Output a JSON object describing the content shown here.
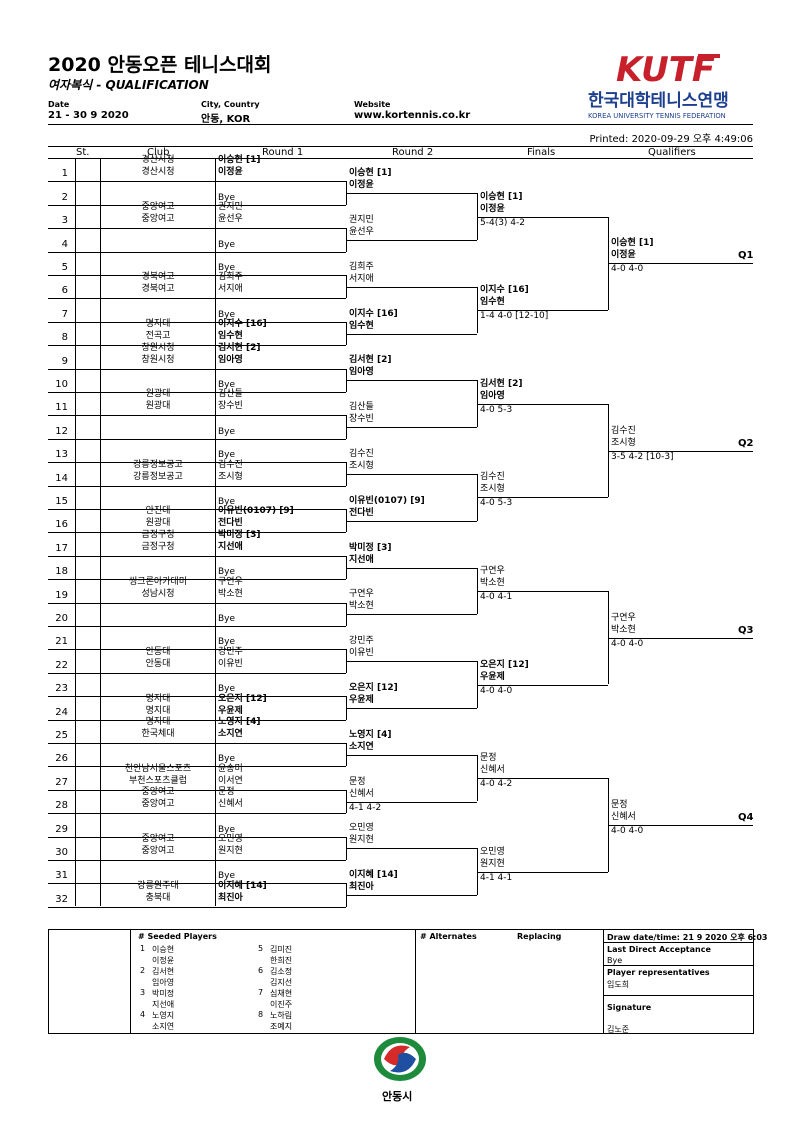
{
  "header": {
    "title": "2020 안동오픈 테니스대회",
    "subtitle": "여자복식 - QUALIFICATION",
    "date_label": "Date",
    "date": "21 - 30 9 2020",
    "city_label": "City, Country",
    "city": "안동, KOR",
    "website_label": "Website",
    "website": "www.kortennis.co.kr",
    "printed": "Printed: 2020-09-29 오후 4:49:06",
    "logo_text": "KUTF",
    "logo_kr": "한국대학테니스연맹",
    "logo_en": "KOREA UNIVERSITY TENNIS FEDERATION"
  },
  "columns": [
    "St.",
    "Club",
    "Round 1",
    "Round 2",
    "Finals",
    "Qualifiers"
  ],
  "draw": [
    {
      "n": "1",
      "c1": "경산시청",
      "c2": "경산시청",
      "p1": "이승현 [1]",
      "p2": "이정윤",
      "bold": true
    },
    {
      "n": "2",
      "c1": "",
      "c2": "",
      "p1": "Bye",
      "p2": "",
      "bold": false
    },
    {
      "n": "3",
      "c1": "중앙여고",
      "c2": "중앙여고",
      "p1": "권지민",
      "p2": "윤선우",
      "bold": false
    },
    {
      "n": "4",
      "c1": "",
      "c2": "",
      "p1": "Bye",
      "p2": "",
      "bold": false
    },
    {
      "n": "5",
      "c1": "",
      "c2": "",
      "p1": "Bye",
      "p2": "",
      "bold": false
    },
    {
      "n": "6",
      "c1": "경북여고",
      "c2": "경북여고",
      "p1": "김희주",
      "p2": "서지애",
      "bold": false
    },
    {
      "n": "7",
      "c1": "",
      "c2": "",
      "p1": "Bye",
      "p2": "",
      "bold": false
    },
    {
      "n": "8",
      "c1": "명지대",
      "c2": "전곡고",
      "p1": "이지수 [16]",
      "p2": "임수현",
      "bold": true
    },
    {
      "n": "9",
      "c1": "창원시청",
      "c2": "창원시청",
      "p1": "김서현 [2]",
      "p2": "임아영",
      "bold": true
    },
    {
      "n": "10",
      "c1": "",
      "c2": "",
      "p1": "Bye",
      "p2": "",
      "bold": false
    },
    {
      "n": "11",
      "c1": "원광대",
      "c2": "원광대",
      "p1": "김산들",
      "p2": "장수빈",
      "bold": false
    },
    {
      "n": "12",
      "c1": "",
      "c2": "",
      "p1": "Bye",
      "p2": "",
      "bold": false
    },
    {
      "n": "13",
      "c1": "",
      "c2": "",
      "p1": "Bye",
      "p2": "",
      "bold": false
    },
    {
      "n": "14",
      "c1": "강릉정보공고",
      "c2": "강릉정보공고",
      "p1": "김수진",
      "p2": "조시형",
      "bold": false
    },
    {
      "n": "15",
      "c1": "",
      "c2": "",
      "p1": "Bye",
      "p2": "",
      "bold": false
    },
    {
      "n": "16",
      "c1": "안진대",
      "c2": "원광대",
      "p1": "이유빈(0107) [9]",
      "p2": "전다빈",
      "bold": true
    },
    {
      "n": "17",
      "c1": "금정구청",
      "c2": "금정구청",
      "p1": "박미정 [3]",
      "p2": "지선애",
      "bold": true
    },
    {
      "n": "18",
      "c1": "",
      "c2": "",
      "p1": "Bye",
      "p2": "",
      "bold": false
    },
    {
      "n": "19",
      "c1": "씽크론아카데미",
      "c2": "성남시청",
      "p1": "구연우",
      "p2": "박소현",
      "bold": false
    },
    {
      "n": "20",
      "c1": "",
      "c2": "",
      "p1": "Bye",
      "p2": "",
      "bold": false
    },
    {
      "n": "21",
      "c1": "",
      "c2": "",
      "p1": "Bye",
      "p2": "",
      "bold": false
    },
    {
      "n": "22",
      "c1": "안동대",
      "c2": "안동대",
      "p1": "강민주",
      "p2": "이유빈",
      "bold": false
    },
    {
      "n": "23",
      "c1": "",
      "c2": "",
      "p1": "Bye",
      "p2": "",
      "bold": false
    },
    {
      "n": "24",
      "c1": "명지대",
      "c2": "명지대",
      "p1": "오은지 [12]",
      "p2": "우윤제",
      "bold": true
    },
    {
      "n": "25",
      "c1": "명지대",
      "c2": "한국체대",
      "p1": "노영지 [4]",
      "p2": "소지연",
      "bold": true
    },
    {
      "n": "26",
      "c1": "",
      "c2": "",
      "p1": "Bye",
      "p2": "",
      "bold": false
    },
    {
      "n": "27",
      "c1": "천안남서울스포츠",
      "c2": "부천스포츠클럽",
      "p1": "윤송미",
      "p2": "이서연",
      "bold": false
    },
    {
      "n": "28",
      "c1": "중앙여고",
      "c2": "중앙여고",
      "p1": "문정",
      "p2": "신혜서",
      "bold": false
    },
    {
      "n": "29",
      "c1": "",
      "c2": "",
      "p1": "Bye",
      "p2": "",
      "bold": false
    },
    {
      "n": "30",
      "c1": "중앙여고",
      "c2": "중앙여고",
      "p1": "오민영",
      "p2": "원지현",
      "bold": false
    },
    {
      "n": "31",
      "c1": "",
      "c2": "",
      "p1": "Bye",
      "p2": "",
      "bold": false
    },
    {
      "n": "32",
      "c1": "강릉원주대",
      "c2": "충북대",
      "p1": "이지혜 [14]",
      "p2": "최진아",
      "bold": true
    }
  ],
  "round2": [
    {
      "p1": "이승현 [1]",
      "p2": "이정윤",
      "score": "",
      "bold": true
    },
    {
      "p1": "권지민",
      "p2": "윤선우",
      "score": "",
      "bold": false
    },
    {
      "p1": "김희주",
      "p2": "서지애",
      "score": "",
      "bold": false
    },
    {
      "p1": "이지수 [16]",
      "p2": "임수현",
      "score": "",
      "bold": true
    },
    {
      "p1": "김서현 [2]",
      "p2": "임아영",
      "score": "",
      "bold": true
    },
    {
      "p1": "김산들",
      "p2": "장수빈",
      "score": "",
      "bold": false
    },
    {
      "p1": "김수진",
      "p2": "조시형",
      "score": "",
      "bold": false
    },
    {
      "p1": "이유빈(0107) [9]",
      "p2": "전다빈",
      "score": "",
      "bold": true
    },
    {
      "p1": "박미정 [3]",
      "p2": "지선애",
      "score": "",
      "bold": true
    },
    {
      "p1": "구연우",
      "p2": "박소현",
      "score": "",
      "bold": false
    },
    {
      "p1": "강민주",
      "p2": "이유빈",
      "score": "",
      "bold": false
    },
    {
      "p1": "오은지 [12]",
      "p2": "우윤제",
      "score": "",
      "bold": true
    },
    {
      "p1": "노영지 [4]",
      "p2": "소지연",
      "score": "",
      "bold": true
    },
    {
      "p1": "문정",
      "p2": "신혜서",
      "score": "4-1 4-2",
      "bold": false
    },
    {
      "p1": "오민영",
      "p2": "원지현",
      "score": "",
      "bold": false
    },
    {
      "p1": "이지혜 [14]",
      "p2": "최진아",
      "score": "",
      "bold": true
    }
  ],
  "finals": [
    {
      "p1": "이승현 [1]",
      "p2": "이정윤",
      "score": "5-4(3) 4-2",
      "bold": true
    },
    {
      "p1": "이지수 [16]",
      "p2": "임수현",
      "score": "1-4 4-0 [12-10]",
      "bold": true
    },
    {
      "p1": "김서현 [2]",
      "p2": "임아영",
      "score": "4-0 5-3",
      "bold": true
    },
    {
      "p1": "김수진",
      "p2": "조시형",
      "score": "4-0 5-3",
      "bold": false
    },
    {
      "p1": "구연우",
      "p2": "박소현",
      "score": "4-0 4-1",
      "bold": false
    },
    {
      "p1": "오은지 [12]",
      "p2": "우윤제",
      "score": "4-0 4-0",
      "bold": true
    },
    {
      "p1": "문정",
      "p2": "신혜서",
      "score": "4-0 4-2",
      "bold": false
    },
    {
      "p1": "오민영",
      "p2": "원지현",
      "score": "4-1 4-1",
      "bold": false
    }
  ],
  "qualifiers": [
    {
      "p1": "이승현 [1]",
      "p2": "이정윤",
      "score": "4-0 4-0",
      "label": "Q1",
      "bold": true
    },
    {
      "p1": "김수진",
      "p2": "조시형",
      "score": "3-5 4-2 [10-3]",
      "label": "Q2",
      "bold": false
    },
    {
      "p1": "구연우",
      "p2": "박소현",
      "score": "4-0 4-0",
      "label": "Q3",
      "bold": false
    },
    {
      "p1": "문정",
      "p2": "신혜서",
      "score": "4-0 4-0",
      "label": "Q4",
      "bold": false
    }
  ],
  "footer": {
    "seeded_title": "#  Seeded Players",
    "seeds": [
      {
        "n": "1",
        "a": "이승현",
        "b": "이정윤"
      },
      {
        "n": "2",
        "a": "김서현",
        "b": "임아영"
      },
      {
        "n": "3",
        "a": "박미정",
        "b": "지선애"
      },
      {
        "n": "4",
        "a": "노영지",
        "b": "소지연"
      },
      {
        "n": "5",
        "a": "김미진",
        "b": "한희진"
      },
      {
        "n": "6",
        "a": "김소정",
        "b": "김지선"
      },
      {
        "n": "7",
        "a": "심채현",
        "b": "이진주"
      },
      {
        "n": "8",
        "a": "노하림",
        "b": "조예지"
      }
    ],
    "alternates_title": "#  Alternates",
    "replacing_title": "Replacing",
    "draw_datetime": "Draw date/time: 21 9 2020 오후 6:03",
    "lda_title": "Last Direct Acceptance",
    "lda_value": "Bye",
    "rep_title": "Player representatives",
    "rep_value": "임도희",
    "sig_title": "Signature",
    "sig_value": "김노준",
    "city_logo_text": "안동시"
  }
}
